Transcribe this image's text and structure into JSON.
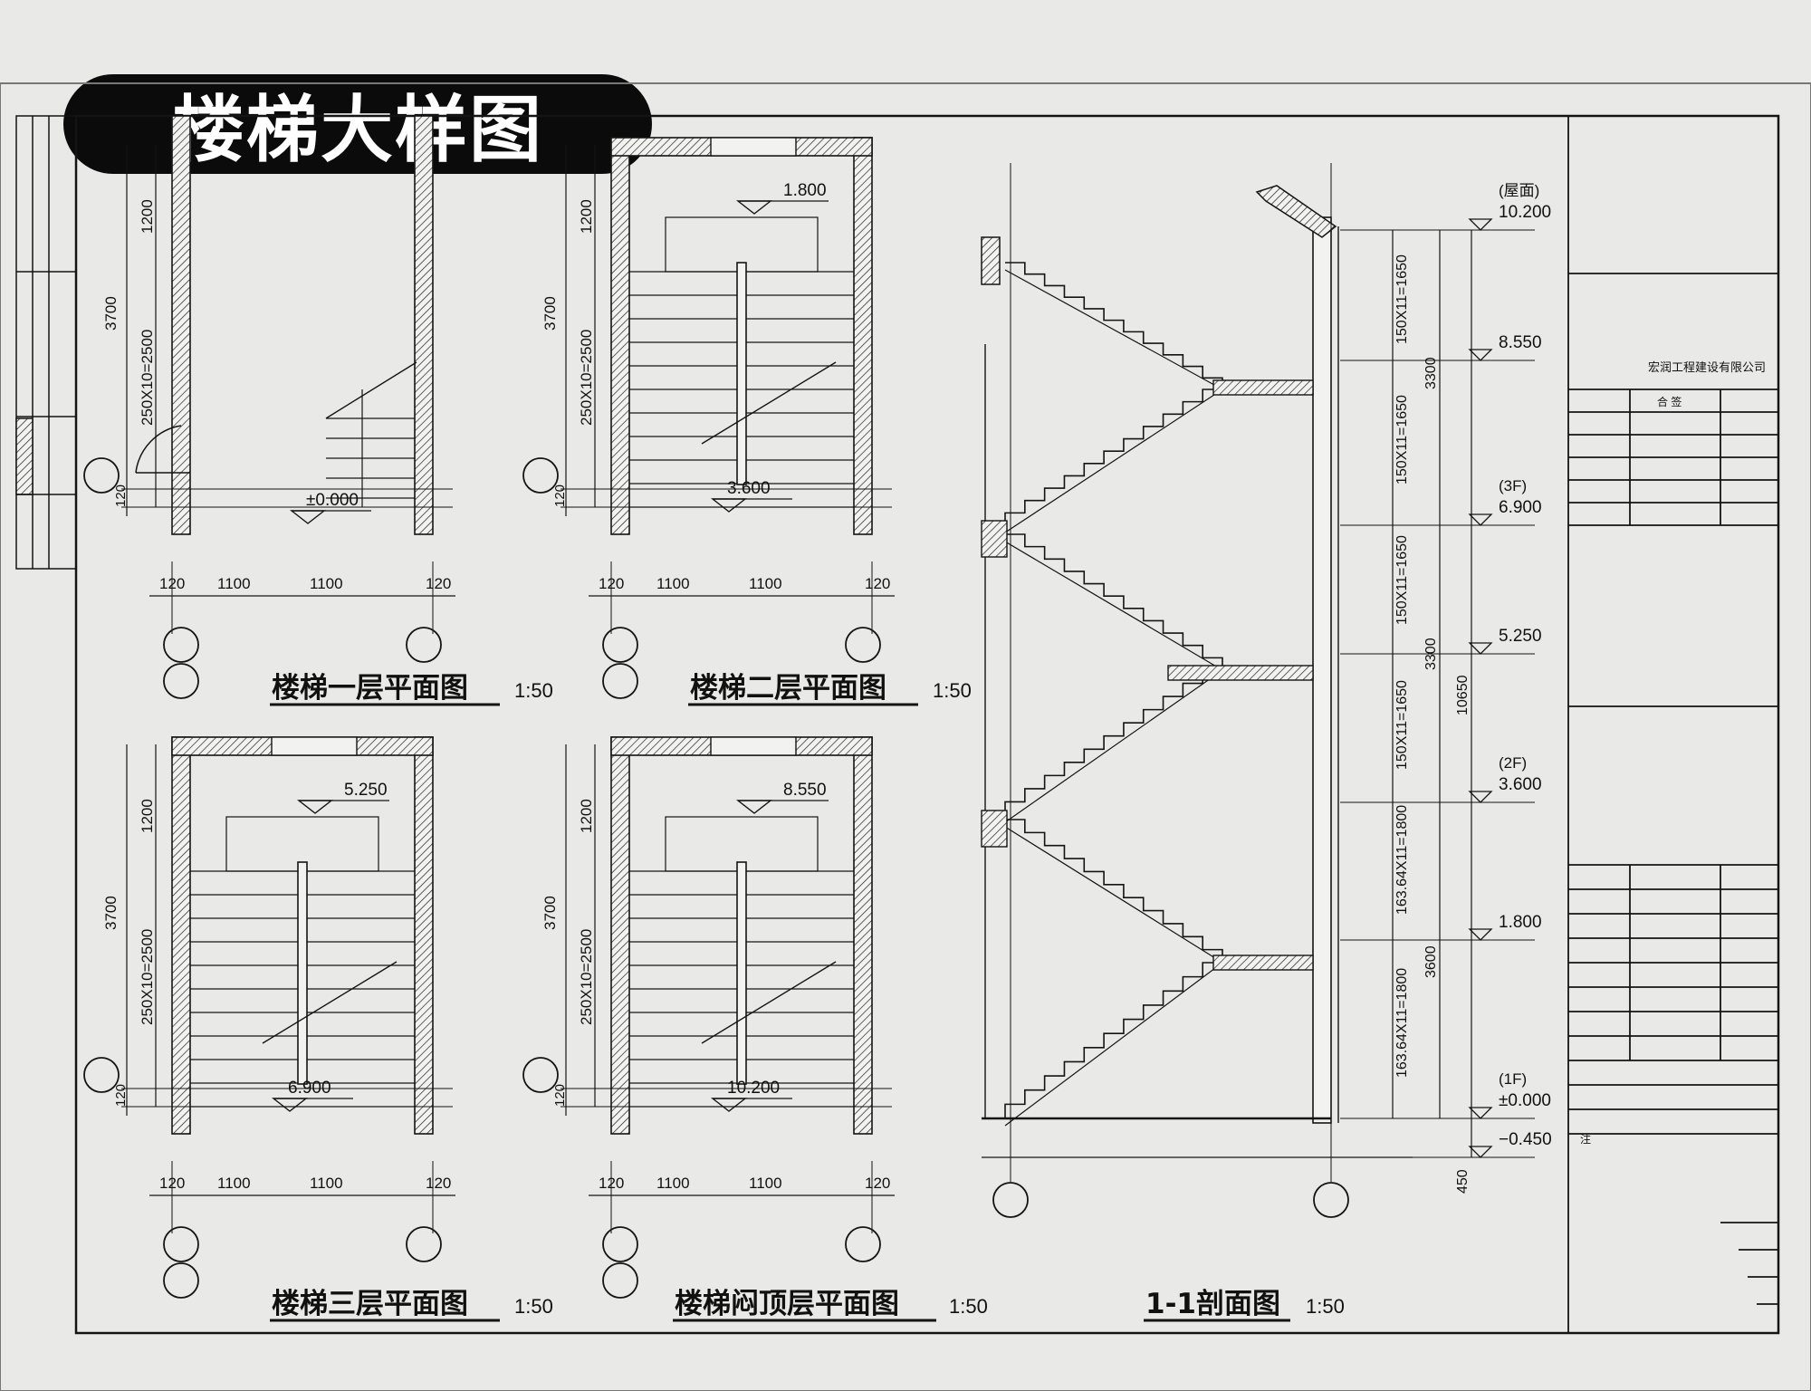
{
  "banner_title": "楼梯大样图",
  "plans": [
    {
      "title": "楼梯一层平面图",
      "scale": "1:50",
      "elev_main": "±0.000",
      "dim_total": "3700",
      "dim_upper": "1200",
      "dim_steps": "250X10=2500",
      "dim_edge": "120",
      "widths": [
        "120",
        "1100",
        "1100",
        "120"
      ]
    },
    {
      "title": "楼梯二层平面图",
      "scale": "1:50",
      "elev_main": "3.600",
      "elev_landing": "1.800",
      "dim_total": "3700",
      "dim_upper": "1200",
      "dim_steps": "250X10=2500",
      "dim_edge": "120",
      "widths": [
        "120",
        "1100",
        "1100",
        "120"
      ]
    },
    {
      "title": "楼梯三层平面图",
      "scale": "1:50",
      "elev_main": "6.900",
      "elev_landing": "5.250",
      "dim_total": "3700",
      "dim_upper": "1200",
      "dim_steps": "250X10=2500",
      "dim_edge": "120",
      "widths": [
        "120",
        "1100",
        "1100",
        "120"
      ]
    },
    {
      "title": "楼梯闷顶层平面图",
      "scale": "1:50",
      "elev_main": "10.200",
      "elev_landing": "8.550",
      "dim_total": "3700",
      "dim_upper": "1200",
      "dim_steps": "250X10=2500",
      "dim_edge": "120",
      "widths": [
        "120",
        "1100",
        "1100",
        "120"
      ]
    }
  ],
  "section": {
    "title": "1-1剖面图",
    "scale": "1:50",
    "levels": [
      {
        "tag": "(屋面)",
        "value": "10.200"
      },
      {
        "tag": "",
        "value": "8.550"
      },
      {
        "tag": "(3F)",
        "value": "6.900"
      },
      {
        "tag": "",
        "value": "5.250"
      },
      {
        "tag": "(2F)",
        "value": "3.600"
      },
      {
        "tag": "",
        "value": "1.800"
      },
      {
        "tag": "(1F)",
        "value": "±0.000"
      },
      {
        "tag": "",
        "value": "−0.450"
      }
    ],
    "flights": [
      "150X11=1650",
      "150X11=1650",
      "150X11=1650",
      "150X11=1650",
      "163.64X11=1800",
      "163.64X11=1800"
    ],
    "floor_heights": [
      "3300",
      "3300",
      "3600"
    ],
    "total_height": "10650",
    "base_dim": "450"
  },
  "title_block": {
    "company": "宏润工程建设有限公司",
    "rows_top": [
      "合 签"
    ],
    "label_left": "注"
  },
  "colors": {
    "paper": "#e9e9e7",
    "ink": "#141414",
    "banner": "#0b0b0b",
    "banner_text": "#ffffff"
  }
}
